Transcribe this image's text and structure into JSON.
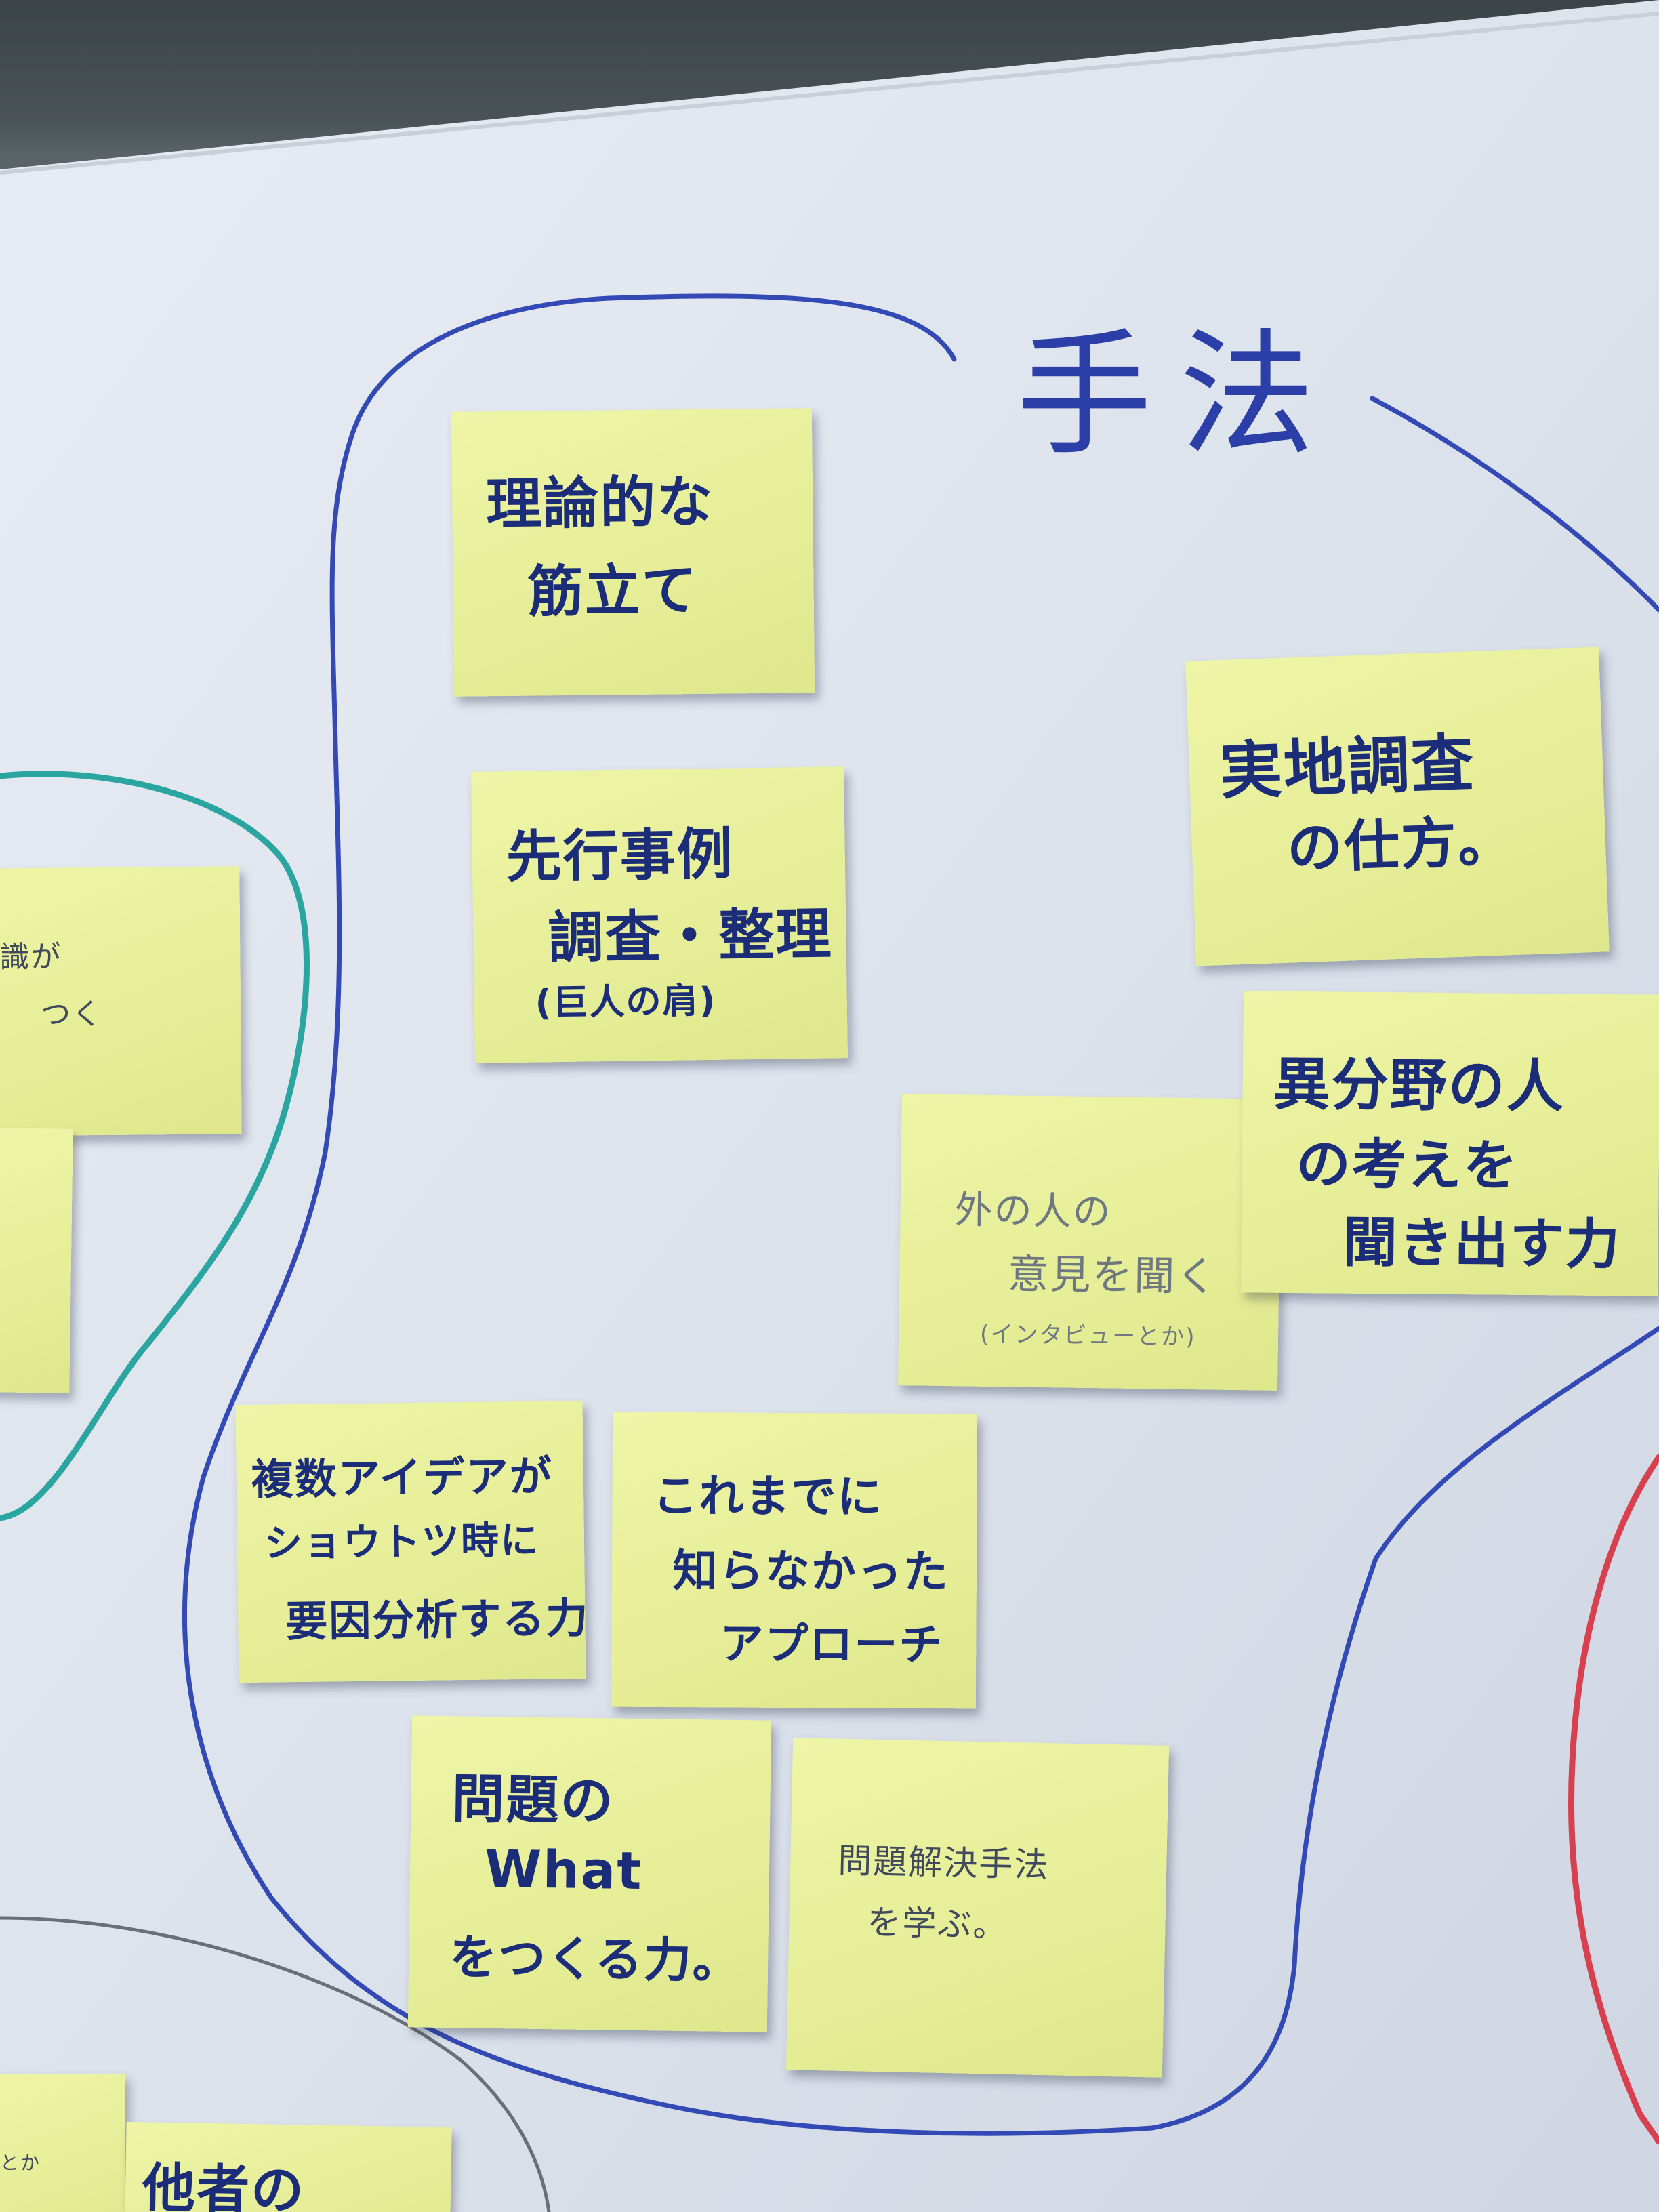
{
  "heading": "手法",
  "notes": [
    {
      "id": "note-theoretical",
      "lines": [
        "理論的な",
        "筋立て"
      ]
    },
    {
      "id": "note-prior-cases",
      "lines": [
        "先行事例",
        "調査・整理",
        "(巨人の肩)"
      ]
    },
    {
      "id": "note-field-survey",
      "lines": [
        "実地調査",
        "の仕方。"
      ]
    },
    {
      "id": "note-other-fields",
      "lines": [
        "異分野の人",
        "の考えを",
        "聞き出す力"
      ]
    },
    {
      "id": "note-outside-opinions",
      "lines": [
        "外の人の",
        "意見を聞く",
        "(インタビューとか)"
      ]
    },
    {
      "id": "note-multiple-ideas",
      "lines": [
        "複数アイデアが",
        "ショウトツ時に",
        "要因分析する力"
      ]
    },
    {
      "id": "note-new-approach",
      "lines": [
        "これまでに",
        "知らなかった",
        "アプローチ"
      ]
    },
    {
      "id": "note-problem-what",
      "lines": [
        "問題の",
        "What",
        "をつくる力。"
      ]
    },
    {
      "id": "note-problem-solving",
      "lines": [
        "問題解決手法",
        "を学ぶ。"
      ]
    },
    {
      "id": "note-left-partial",
      "lines": [
        "識が",
        "つく"
      ]
    },
    {
      "id": "note-bottom-partial",
      "lines": [
        "他者の"
      ]
    },
    {
      "id": "note-bottom-left-partial",
      "lines": [
        "とか"
      ]
    }
  ],
  "colors": {
    "paper": "#dfe4ec",
    "sticky_note": "#e8f09c",
    "ink_blue": "#2c3fa8",
    "ink_teal": "#2aa5a0",
    "ink_red": "#d8404f",
    "ink_grey": "#6a6e76"
  }
}
